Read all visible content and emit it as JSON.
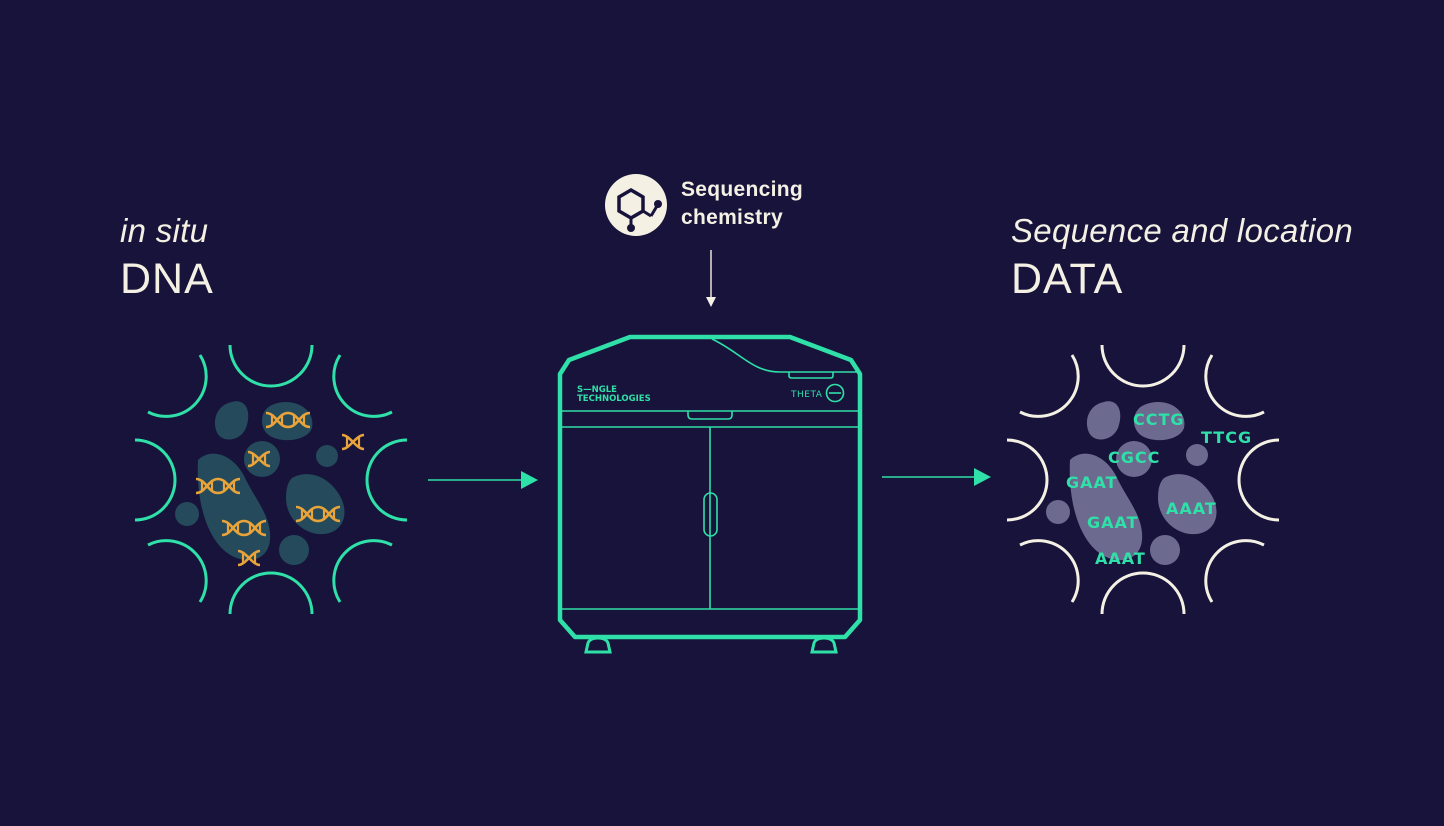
{
  "left": {
    "subtitle": "in situ",
    "title": "DNA"
  },
  "right": {
    "subtitle": "Sequence and location",
    "title": "DATA"
  },
  "chemistry": {
    "line1": "Sequencing",
    "line2": "chemistry",
    "icon": "molecule-icon"
  },
  "instrument": {
    "brand_line1": "S—NGLE",
    "brand_line2": "TECHNOLOGIES",
    "model": "THETA"
  },
  "sequences": [
    "CCTG",
    "TTCG",
    "CGCC",
    "GAAT",
    "GAAT",
    "AAAT",
    "AAAT"
  ],
  "colors": {
    "background": "#17133b",
    "accent": "#2fe0a8",
    "dna": "#e8a33a",
    "text": "#f4f1e4",
    "blob_left": "#244a5b",
    "blob_right": "#6d6a8f"
  }
}
